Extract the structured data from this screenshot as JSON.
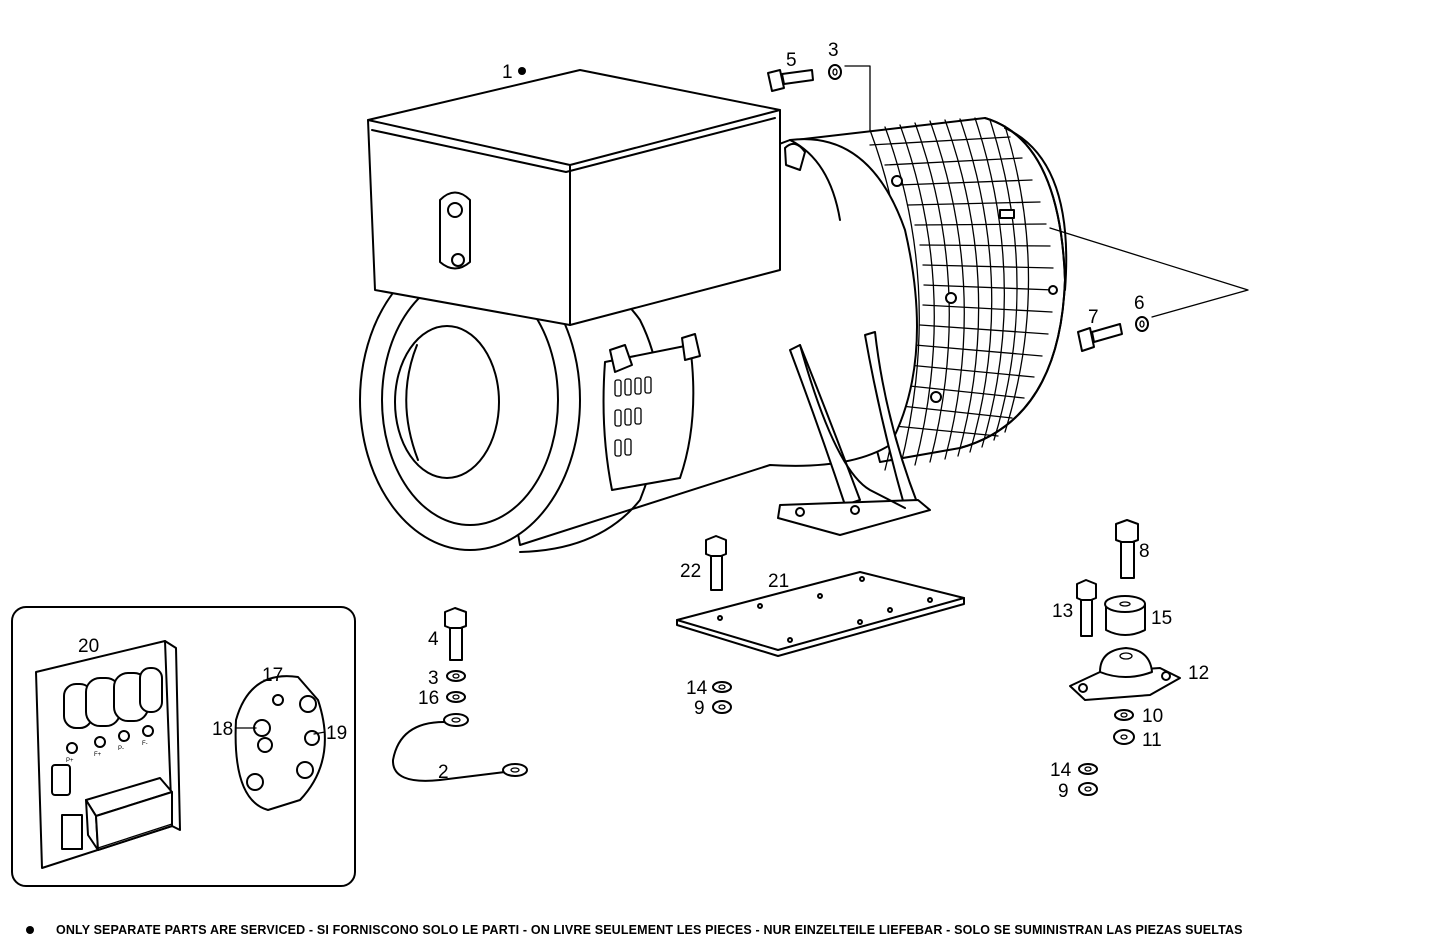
{
  "callouts": {
    "c1": "1",
    "c2": "2",
    "c3a": "3",
    "c3b": "3",
    "c4": "4",
    "c5": "5",
    "c6": "6",
    "c7": "7",
    "c8": "8",
    "c9a": "9",
    "c9b": "9",
    "c10": "10",
    "c11": "11",
    "c12": "12",
    "c13": "13",
    "c14a": "14",
    "c14b": "14",
    "c15": "15",
    "c16": "16",
    "c17": "17",
    "c18": "18",
    "c19": "19",
    "c20": "20",
    "c21": "21",
    "c22": "22"
  },
  "footer_note": "ONLY SEPARATE PARTS ARE SERVICED - SI FORNISCONO SOLO LE PARTI - ON LIVRE SEULEMENT LES PIECES - NUR EINZELTEILE LIEFEBAR - SOLO SE SUMINISTRAN LAS PIEZAS SUELTAS",
  "board_marks": {
    "r1": "P+",
    "r2": "F+",
    "r3": "P-",
    "r4": "F-"
  }
}
